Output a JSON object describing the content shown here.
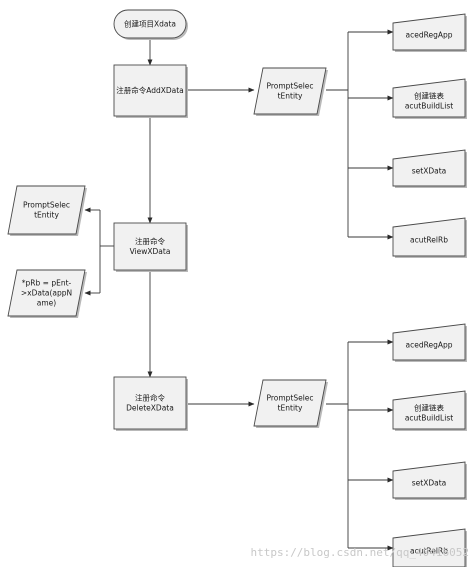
{
  "diagram": {
    "nodes": {
      "start": {
        "lines": [
          "创建项目Xdata"
        ]
      },
      "addx": {
        "lines": [
          "注册命令AddXData"
        ]
      },
      "viewx": {
        "lines": [
          "注册命令",
          "ViewXData"
        ]
      },
      "delx": {
        "lines": [
          "注册命令",
          "DeleteXData"
        ]
      },
      "ps1": {
        "lines": [
          "PromptSelec",
          "tEntity"
        ]
      },
      "ps2": {
        "lines": [
          "PromptSelec",
          "tEntity"
        ]
      },
      "ps3": {
        "lines": [
          "PromptSelec",
          "tEntity"
        ]
      },
      "prb": {
        "lines": [
          "*pRb = pEnt-",
          ">xData(appN",
          "ame)"
        ]
      },
      "d1": {
        "lines": [
          "acedRegApp"
        ]
      },
      "d2": {
        "lines": [
          "创建链表",
          "acutBuildList"
        ]
      },
      "d3": {
        "lines": [
          "setXData"
        ]
      },
      "d4": {
        "lines": [
          "acutRelRb"
        ]
      },
      "d5": {
        "lines": [
          "acedRegApp"
        ]
      },
      "d6": {
        "lines": [
          "创建链表",
          "acutBuildList"
        ]
      },
      "d7": {
        "lines": [
          "setXData"
        ]
      },
      "d8": {
        "lines": [
          "acutRelRb"
        ]
      }
    }
  },
  "watermark": {
    "text": "https://blog.csdn.net/qq_40416052"
  }
}
